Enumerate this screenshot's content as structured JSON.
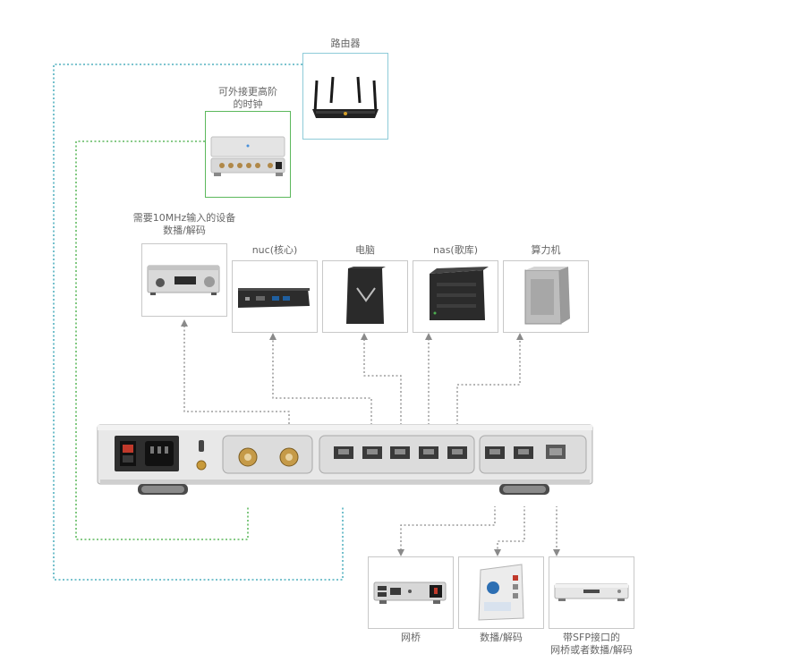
{
  "labels": {
    "router": "路由器",
    "clock_line1": "可外接更高阶",
    "clock_line2": "的时钟",
    "dac10m_line1": "需要10MHz输入的设备",
    "dac10m_line2": "数播/解码",
    "nuc": "nuc(核心)",
    "pc": "电脑",
    "nas": "nas(歌库)",
    "compute": "算力机",
    "bridge": "网桥",
    "streamer": "数播/解码",
    "sfp_line1": "带SFP接口的",
    "sfp_line2": "网桥或者数播/解码"
  },
  "colors": {
    "router_border": "#8ecbd8",
    "clock_border": "#5cb85c",
    "device_border": "#c8c8c8",
    "teal_wire": "#2a9fb0",
    "green_wire": "#3daa3d",
    "gray_wire": "#8a8a8a"
  }
}
